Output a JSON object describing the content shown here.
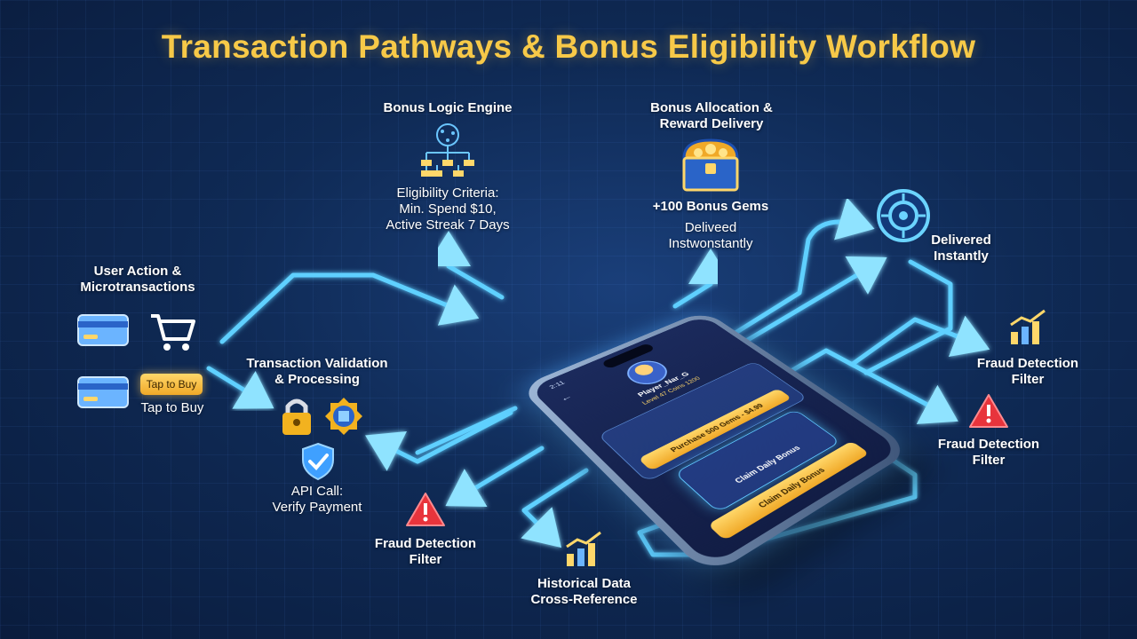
{
  "title": "Transaction Pathways & Bonus Eligibility Workflow",
  "nodes": {
    "user_action": "User Action &\nMicrotransactions",
    "tap_button": "Tap to Buy",
    "tap_caption": "Tap to Buy",
    "validation": "Transaction Validation\n& Processing",
    "api_call": "API Call:\nVerify Payment",
    "fraud_left": "Fraud Detection\nFilter",
    "historical": "Historical Data\nCross-Reference",
    "logic_engine": "Bonus Logic Engine",
    "eligibility": "Eligibility Criteria:\nMin. Spend $10,\nActive Streak 7 Days",
    "allocation": "Bonus Allocation &\nReward Delivery",
    "bonus_gems": "+100 Bonus Gems",
    "delivered_center": "Deliveed\nInstwonstantly",
    "delivered_right": "Delivered\nInstantly",
    "fraud_right_top": "Fraud Detection\nFilter",
    "fraud_right_bottom": "Fraud Detection\nFilter"
  },
  "phone": {
    "time": "2:11",
    "player": "Player_Nar_G",
    "stats": "Level 47   Coins 1200",
    "purchase_btn": "Purchase 500 Gems - $4.99",
    "claim_card": "Claim Daily Bonus",
    "claim_btn": "Claim Daily Bonus"
  },
  "colors": {
    "accent_gold": "#f7c948",
    "flow_cyan": "#5fd0ff",
    "bg_dark": "#0a1c3d"
  },
  "icons": [
    "credit-card-icon",
    "shopping-cart-icon",
    "lock-icon",
    "gear-badge-icon",
    "shield-check-icon",
    "warning-triangle-icon",
    "growth-chart-icon",
    "network-tree-icon",
    "treasure-chest-icon",
    "target-icon"
  ]
}
